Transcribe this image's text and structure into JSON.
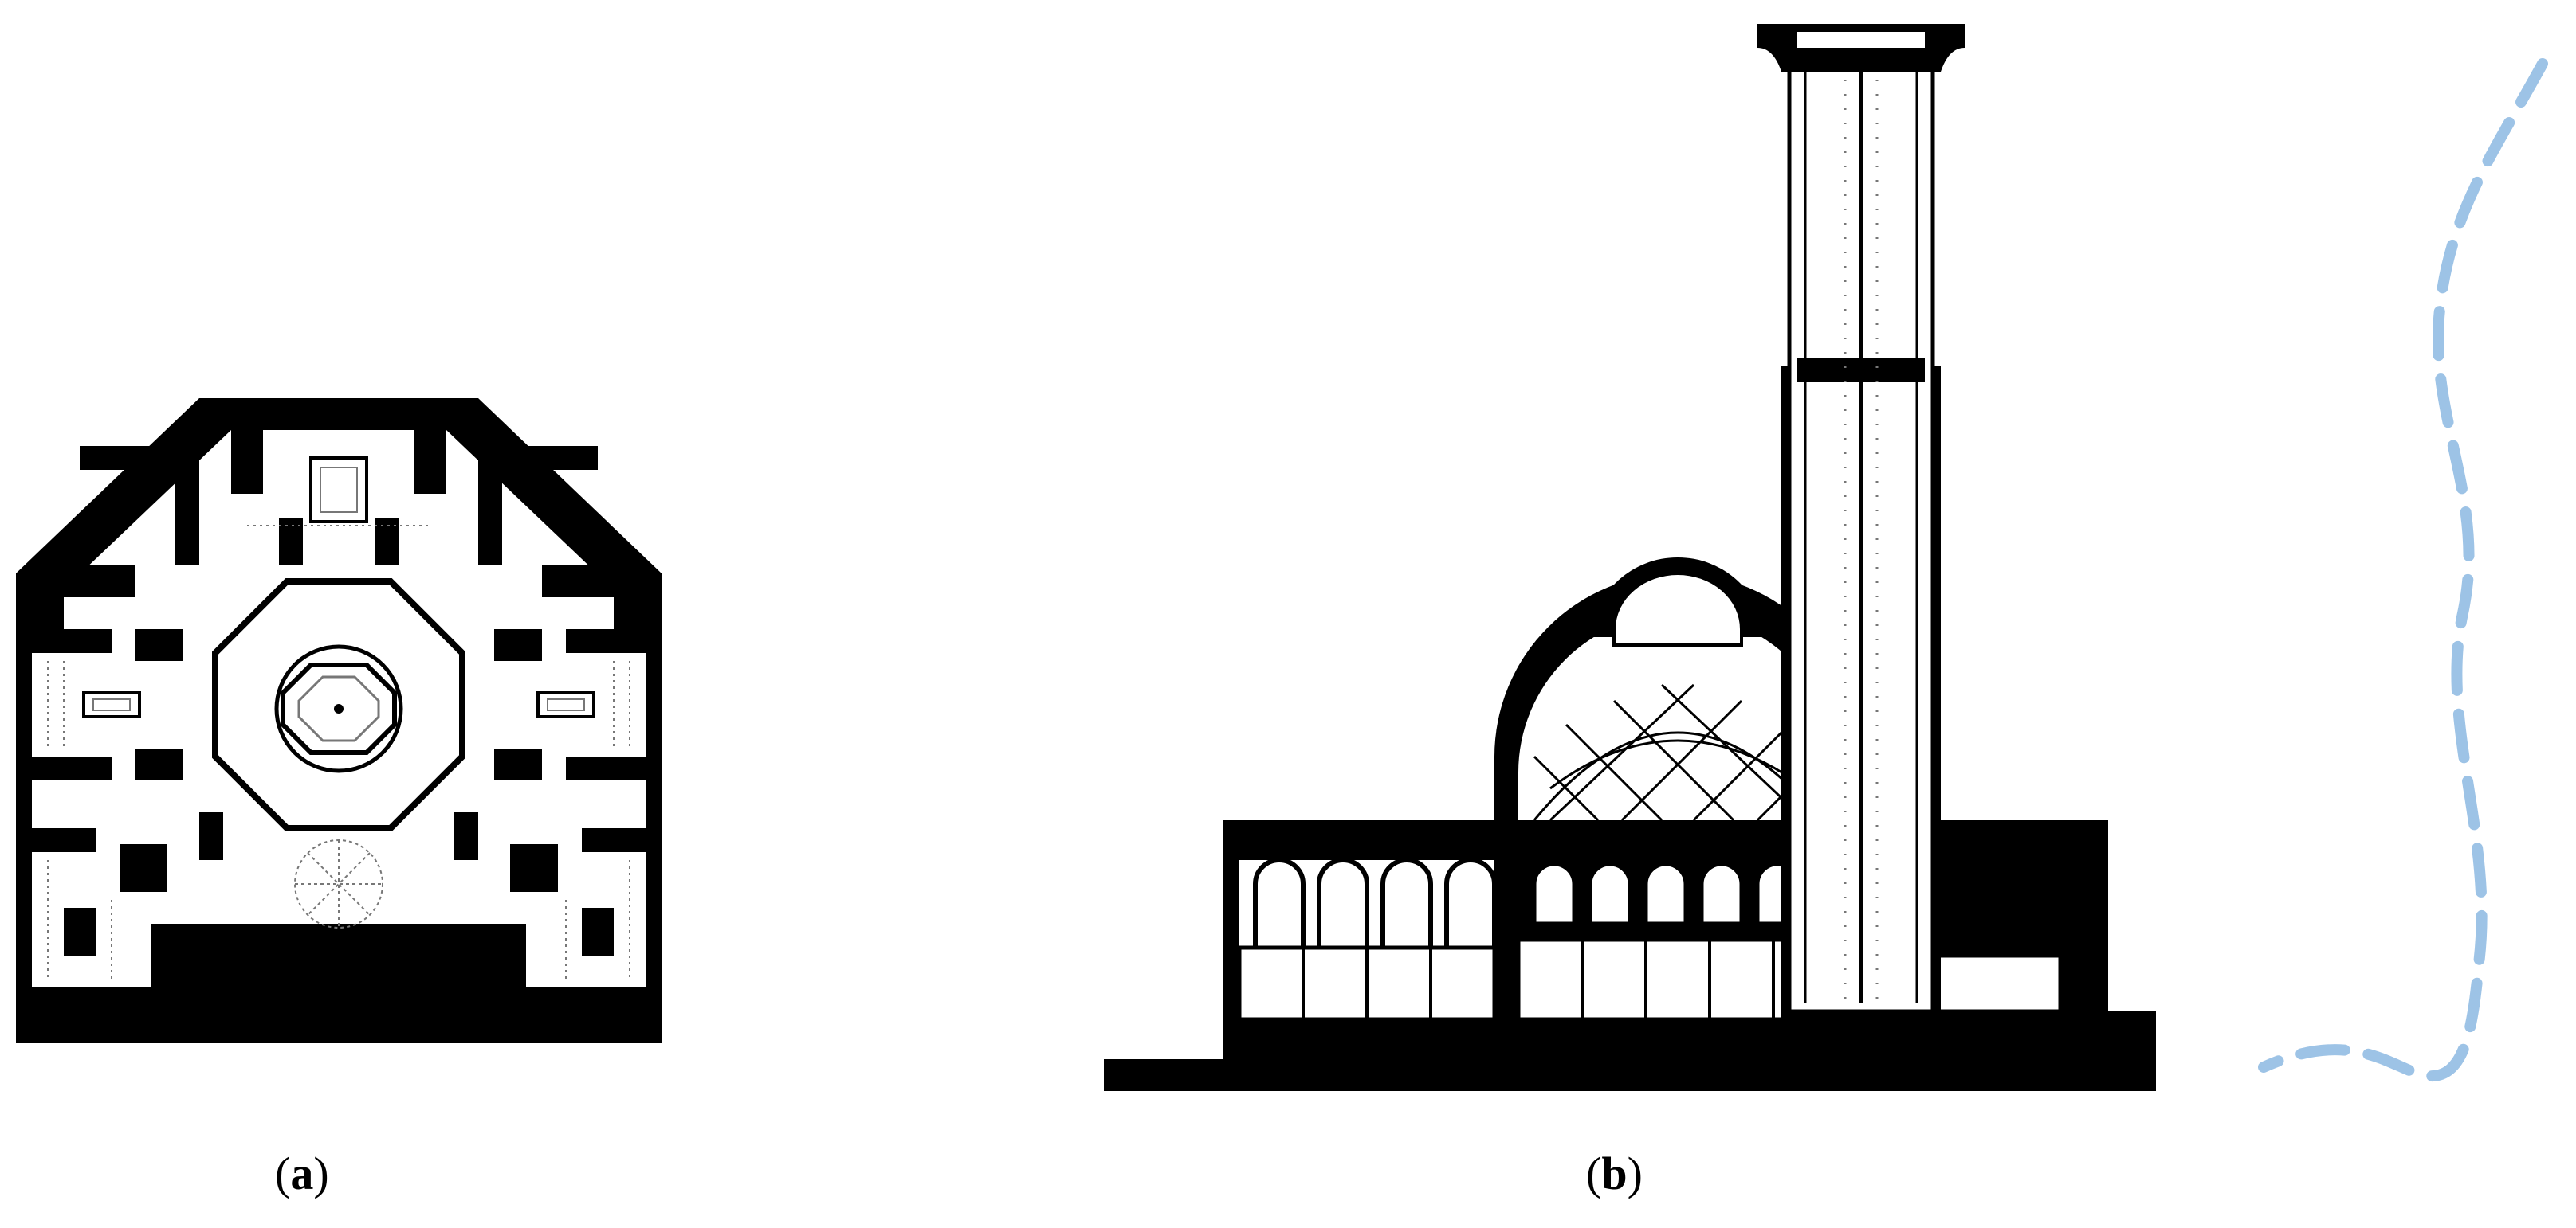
{
  "figure": {
    "panels": [
      {
        "id": "a",
        "open": "(",
        "letter": "a",
        "close": ")"
      },
      {
        "id": "b",
        "open": "(",
        "letter": "b",
        "close": ")"
      }
    ]
  },
  "colors": {
    "ink": "#000000",
    "paper": "#ffffff",
    "hatch": "#777777",
    "path_line": "#9dc3e6"
  },
  "icons": {
    "panel_a": "floor-plan-icon",
    "panel_b": "mosque-section-icon",
    "decor": "dashed-path-icon"
  }
}
